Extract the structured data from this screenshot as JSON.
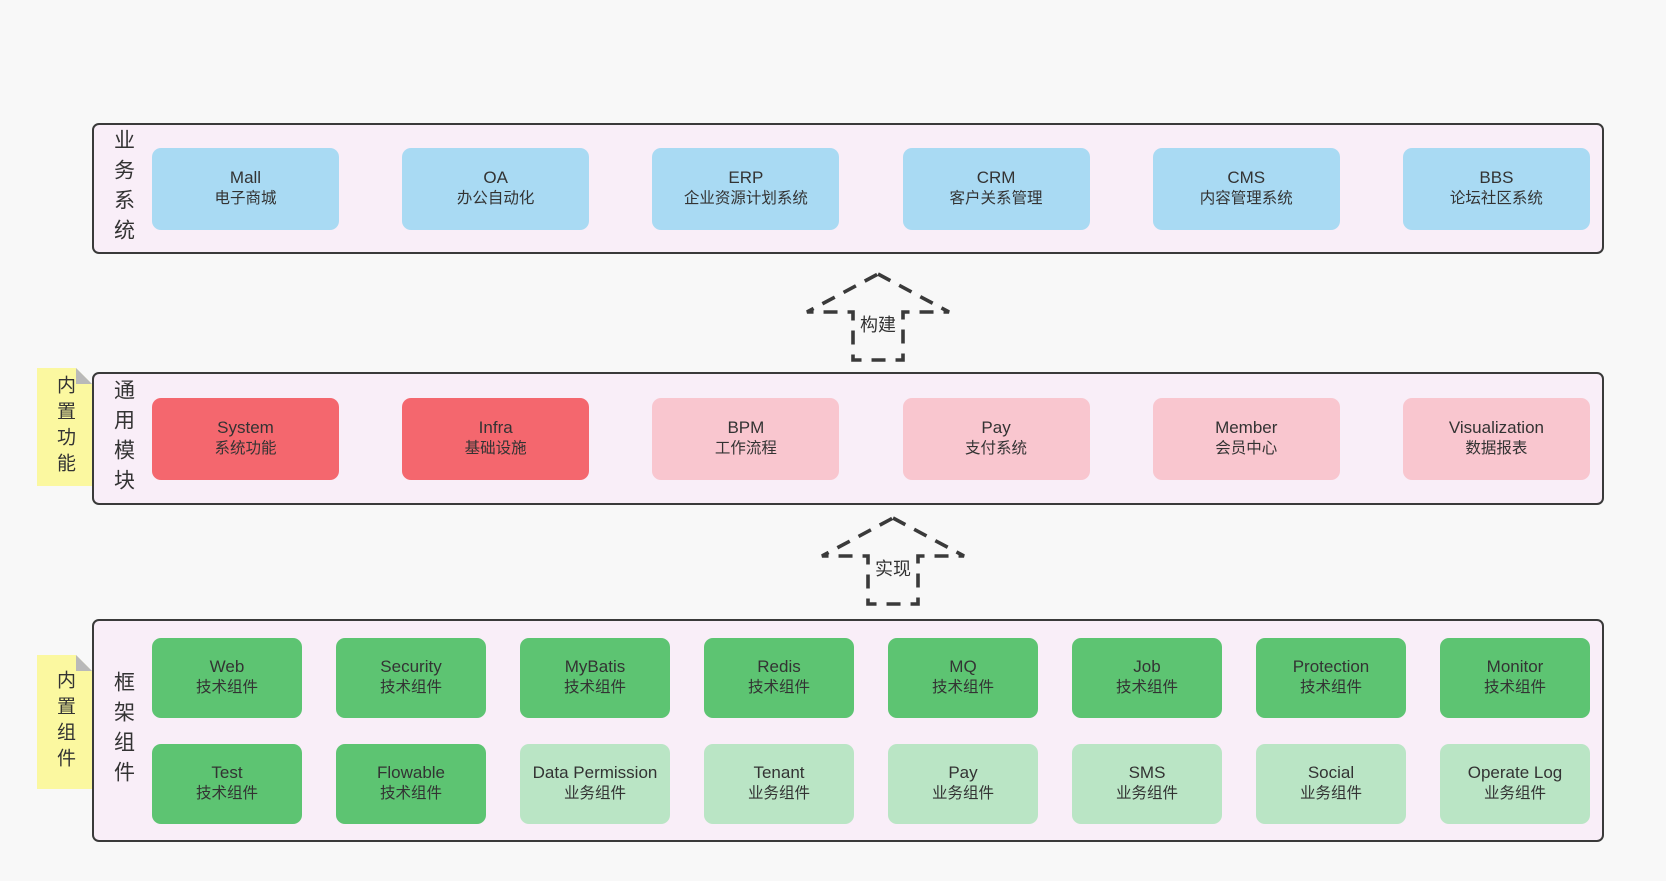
{
  "colors": {
    "page_bg": "#f8f8f8",
    "band_bg": "#f9eef8",
    "band_border": "#3a3a3a",
    "blue": "#a9daf3",
    "red": "#f4676e",
    "pink": "#f9c6cf",
    "green": "#5dc472",
    "light_green": "#bae5c5",
    "sticky_yellow": "#fbf8a0",
    "sticky_fold": "#b9b9b9",
    "text": "#333333"
  },
  "bands": [
    {
      "label": "业务系统",
      "boxes": [
        {
          "title": "Mall",
          "subtitle": "电子商城",
          "variant": "blue"
        },
        {
          "title": "OA",
          "subtitle": "办公自动化",
          "variant": "blue"
        },
        {
          "title": "ERP",
          "subtitle": "企业资源计划系统",
          "variant": "blue"
        },
        {
          "title": "CRM",
          "subtitle": "客户关系管理",
          "variant": "blue"
        },
        {
          "title": "CMS",
          "subtitle": "内容管理系统",
          "variant": "blue"
        },
        {
          "title": "BBS",
          "subtitle": "论坛社区系统",
          "variant": "blue"
        }
      ]
    },
    {
      "label": "通用模块",
      "boxes": [
        {
          "title": "System",
          "subtitle": "系统功能",
          "variant": "red"
        },
        {
          "title": "Infra",
          "subtitle": "基础设施",
          "variant": "red"
        },
        {
          "title": "BPM",
          "subtitle": "工作流程",
          "variant": "pink"
        },
        {
          "title": "Pay",
          "subtitle": "支付系统",
          "variant": "pink"
        },
        {
          "title": "Member",
          "subtitle": "会员中心",
          "variant": "pink"
        },
        {
          "title": "Visualization",
          "subtitle": "数据报表",
          "variant": "pink"
        }
      ]
    },
    {
      "label": "框架组件",
      "rows": [
        [
          {
            "title": "Web",
            "subtitle": "技术组件",
            "variant": "green"
          },
          {
            "title": "Security",
            "subtitle": "技术组件",
            "variant": "green"
          },
          {
            "title": "MyBatis",
            "subtitle": "技术组件",
            "variant": "green"
          },
          {
            "title": "Redis",
            "subtitle": "技术组件",
            "variant": "green"
          },
          {
            "title": "MQ",
            "subtitle": "技术组件",
            "variant": "green"
          },
          {
            "title": "Job",
            "subtitle": "技术组件",
            "variant": "green"
          },
          {
            "title": "Protection",
            "subtitle": "技术组件",
            "variant": "green"
          },
          {
            "title": "Monitor",
            "subtitle": "技术组件",
            "variant": "green"
          }
        ],
        [
          {
            "title": "Test",
            "subtitle": "技术组件",
            "variant": "green"
          },
          {
            "title": "Flowable",
            "subtitle": "技术组件",
            "variant": "green"
          },
          {
            "title": "Data Permission",
            "subtitle": "业务组件",
            "variant": "light_green"
          },
          {
            "title": "Tenant",
            "subtitle": "业务组件",
            "variant": "light_green"
          },
          {
            "title": "Pay",
            "subtitle": "业务组件",
            "variant": "light_green"
          },
          {
            "title": "SMS",
            "subtitle": "业务组件",
            "variant": "light_green"
          },
          {
            "title": "Social",
            "subtitle": "业务组件",
            "variant": "light_green"
          },
          {
            "title": "Operate Log",
            "subtitle": "业务组件",
            "variant": "light_green"
          }
        ]
      ]
    }
  ],
  "stickies": [
    {
      "label": "内置功能"
    },
    {
      "label": "内置组件"
    }
  ],
  "arrows": [
    {
      "label": "构建"
    },
    {
      "label": "实现"
    }
  ]
}
